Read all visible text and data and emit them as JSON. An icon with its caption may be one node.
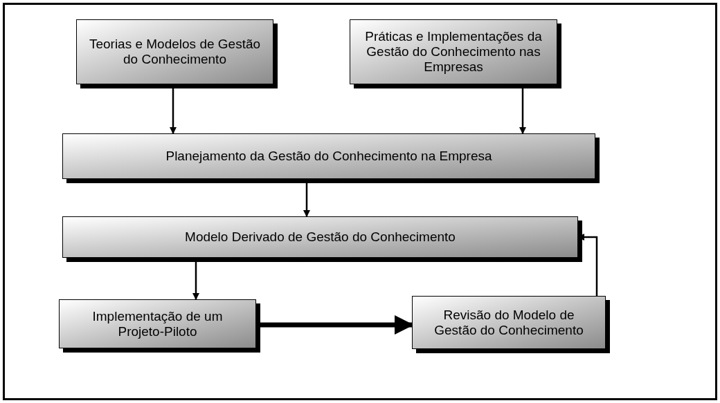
{
  "diagram": {
    "nodes": [
      {
        "text": [
          "Teorias e Modelos de Gestão do Conhecimento"
        ]
      },
      {
        "text": [
          "Práticas e Implementações da Gestão do Conhecimento nas Empresas"
        ]
      },
      {
        "text": [
          "Planejamento da Gestão do Conhecimento na Empresa"
        ]
      },
      {
        "text": [
          "Modelo Derivado de Gestão do Conhecimento"
        ]
      },
      {
        "text": [
          "Implementação de um Projeto-Piloto"
        ]
      },
      {
        "text": [
          "Revisão do Modelo de Gestão do Conhecimento"
        ]
      }
    ],
    "edges": [
      {
        "from": 0,
        "to": 2,
        "arrow": "to"
      },
      {
        "from": 1,
        "to": 2,
        "arrow": "to"
      },
      {
        "from": 2,
        "to": 3,
        "arrow": "to"
      },
      {
        "from": 3,
        "to": 4,
        "arrow": "to"
      },
      {
        "from": 4,
        "to": 5,
        "arrow": "to",
        "style": "thick"
      },
      {
        "from": 5,
        "to": 3,
        "arrow": "to"
      }
    ]
  }
}
